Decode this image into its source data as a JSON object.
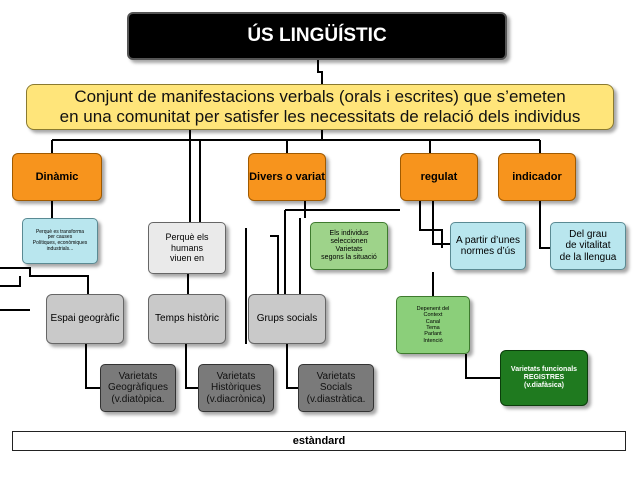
{
  "title": "ÚS LINGÜÍSTIC",
  "definition": {
    "line1": "Conjunt de manifestacions verbals (orals i escrites) que s’emeten",
    "line2": "en una comunitat per satisfer les necessitats de relació dels individus"
  },
  "traits": {
    "dinamic": "Dinàmic",
    "divers": "Divers o variat",
    "regulat": "regulat",
    "indicador": "indicador"
  },
  "explanations": {
    "dinamic_why": [
      "Perquè es transforma",
      "per causes",
      "Polítiques, econòmiques",
      "industrials..."
    ],
    "humans": [
      "Perquè els humans",
      "viuen en"
    ],
    "individus": [
      "Els individus",
      "seleccionen",
      "Varietats",
      "segons la situació"
    ],
    "regulat_desc": [
      "A partir d’unes",
      "normes d’ús"
    ],
    "indicador_desc": [
      "Del grau",
      "de vitalitat",
      "de la llengua"
    ],
    "depenent": [
      "Depenent del",
      "Context",
      "Canal",
      "Tema",
      "Parlant",
      "Intenció"
    ]
  },
  "contexts": {
    "espai": "Espai geogràfic",
    "temps": "Temps històric",
    "grups": "Grups socials"
  },
  "varieties": {
    "geo": [
      "Varietats",
      "Geogràfiques",
      "(v.diatòpica."
    ],
    "hist": [
      "Varietats",
      "Històriques",
      "(v.diacrònica)"
    ],
    "soc": [
      "Varietats",
      "Socials",
      "(v.diastràtica."
    ],
    "func": [
      "Varietats funcionals",
      "REGISTRES",
      "(v.diafàsica)"
    ]
  },
  "footer": "estàndard"
}
